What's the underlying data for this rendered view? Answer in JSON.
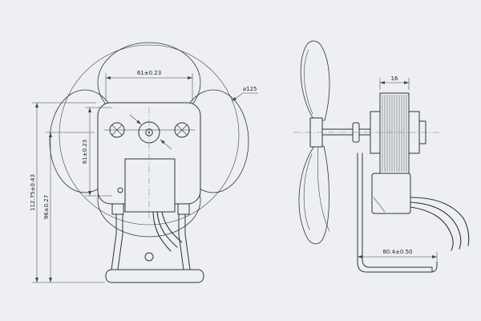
{
  "palette": {
    "background": "#edeff2",
    "line": "#2f353b",
    "dimension": "#40464d",
    "text": "#23272b"
  },
  "drawing": {
    "front": {
      "mount_width": "61±0.23",
      "fan_diameter": "⌀125",
      "mount_height": "61±0.23",
      "overall_height": "112.75±0.43",
      "shaft_height": "96±0.27"
    },
    "side": {
      "stack_width": "16",
      "overall_depth": "80.4±0.50"
    }
  }
}
